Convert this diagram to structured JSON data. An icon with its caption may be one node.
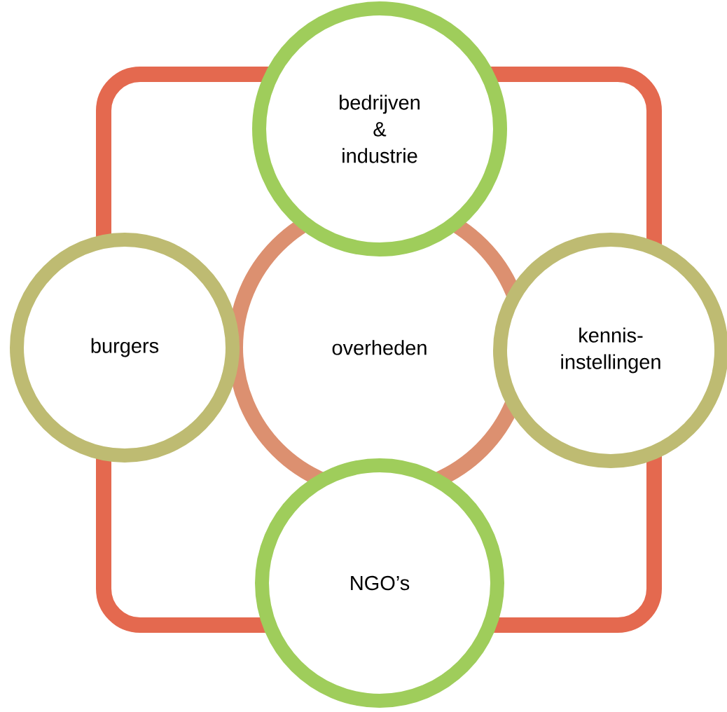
{
  "diagram": {
    "nodes": [
      {
        "text": [
          "bedrijven & industrie"
        ]
      },
      {
        "text": [
          "burgers"
        ]
      },
      {
        "text": [
          "overheden"
        ]
      },
      {
        "text": [
          "kennis- instellingen"
        ]
      },
      {
        "text": [
          "NGO’s"
        ]
      }
    ]
  }
}
